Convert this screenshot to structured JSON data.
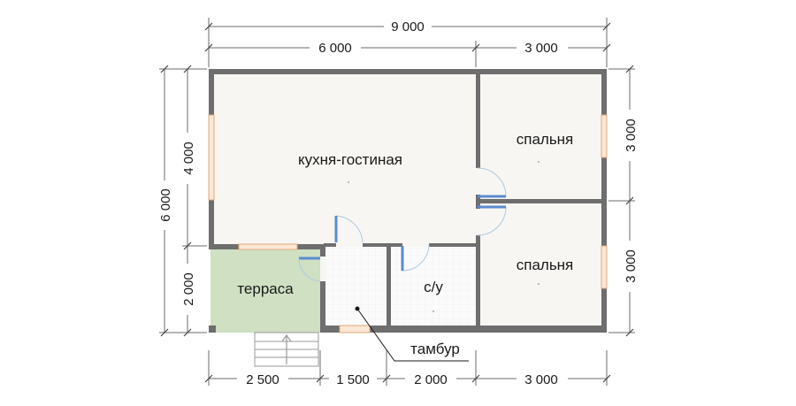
{
  "dimensions": {
    "top_total": "9 000",
    "top_left": "6 000",
    "top_right": "3 000",
    "left_total": "6 000",
    "left_upper": "4 000",
    "left_lower": "2 000",
    "right_upper": "3 000",
    "right_lower": "3 000",
    "bottom_1": "2 500",
    "bottom_2": "1 500",
    "bottom_3": "2 000",
    "bottom_4": "3 000"
  },
  "rooms": {
    "kitchen_living": "кухня-гостиная",
    "bedroom_upper": "спальня",
    "bedroom_lower": "спальня",
    "terrace": "терраса",
    "bathroom": "с/у",
    "vestibule": "тамбур"
  },
  "colors": {
    "wall": "#6e6e6e",
    "floor": "#f7f6f2",
    "terrace": "#cfe0c3",
    "tile": "#fbfbfb",
    "window": "#fbe7d6",
    "door": "#5b8bd0"
  }
}
